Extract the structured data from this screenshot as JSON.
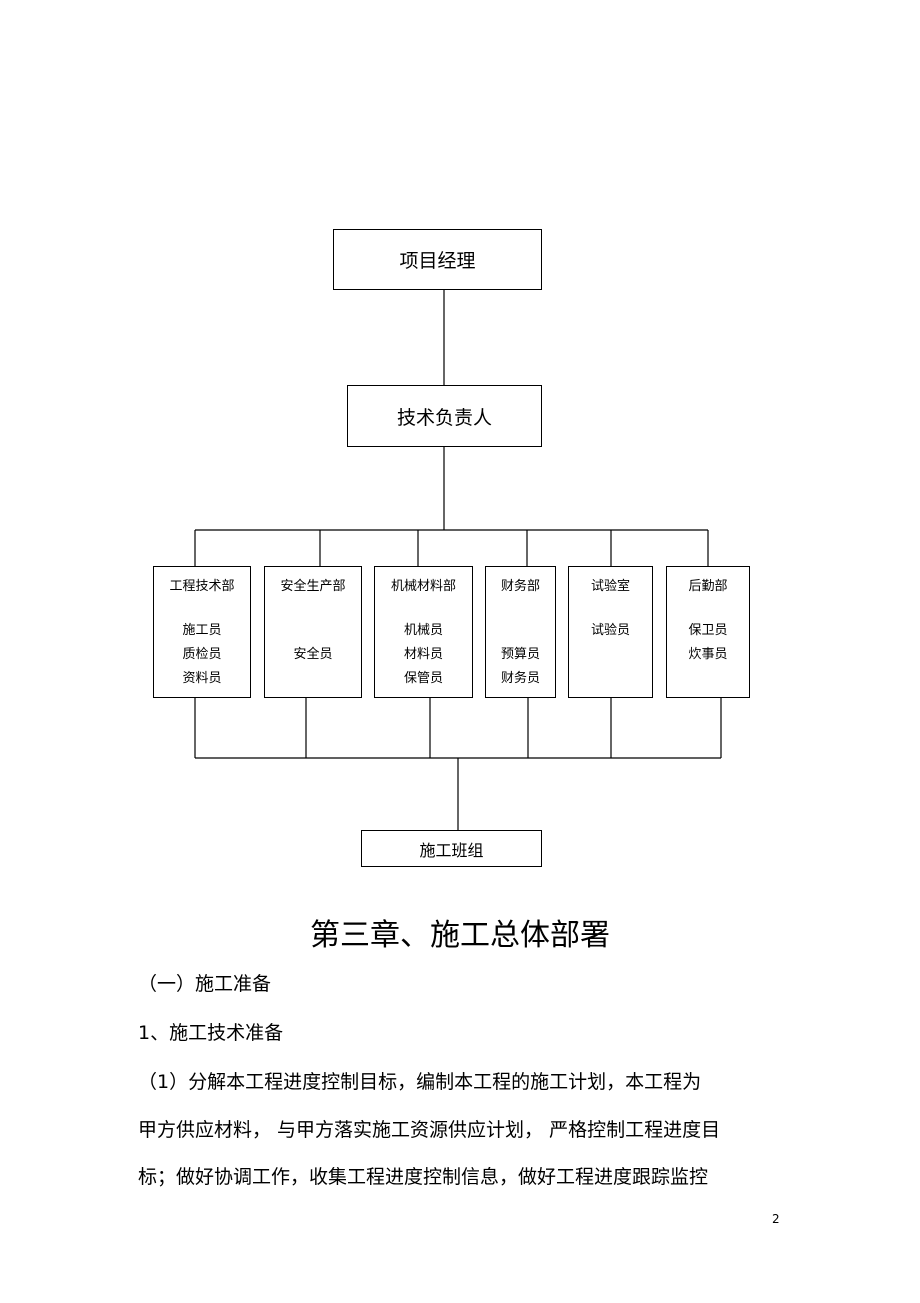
{
  "org_chart": {
    "top": "项目经理",
    "second": "技术负责人",
    "departments": [
      {
        "name": "工程技术部",
        "staff": [
          "施工员",
          "质检员",
          "资料员"
        ]
      },
      {
        "name": "安全生产部",
        "staff": [
          "安全员"
        ]
      },
      {
        "name": "机械材料部",
        "staff": [
          "机械员",
          "材料员",
          "保管员"
        ]
      },
      {
        "name": "财务部",
        "staff": [
          "预算员",
          "财务员"
        ]
      },
      {
        "name": "试验室",
        "staff": [
          "试验员"
        ]
      },
      {
        "name": "后勤部",
        "staff": [
          "保卫员",
          "炊事员"
        ]
      }
    ],
    "bottom": "施工班组"
  },
  "chapter_title": "第三章、施工总体部署",
  "section_heading": "（一）施工准备",
  "subsection_heading": "1、施工技术准备",
  "paragraph_lines": [
    "（1）分解本工程进度控制目标，编制本工程的施工计划，本工程为",
    "甲方供应材料，  与甲方落实施工资源供应计划，   严格控制工程进度目",
    "标；做好协调工作，收集工程进度控制信息，做好工程进度跟踪监控"
  ],
  "page_number": "2"
}
